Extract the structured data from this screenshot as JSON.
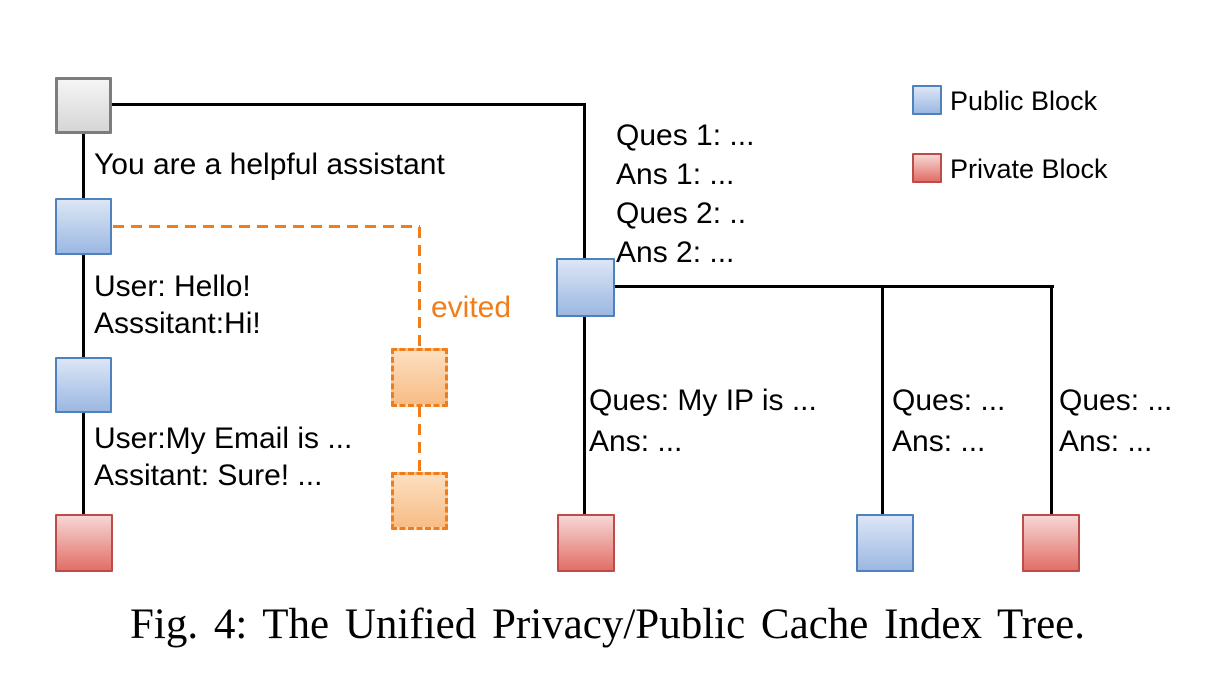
{
  "figure": {
    "caption": "Fig. 4: The Unified Privacy/Public Cache Index Tree."
  },
  "legend": {
    "public_label": "Public Block",
    "private_label": "Private Block"
  },
  "tree": {
    "left_branch": {
      "system_prompt": "You are a helpful assistant",
      "turn1": "User: Hello!\nAsssitant:Hi!",
      "turn2": "User:My Email is ...\nAssitant: Sure! ..."
    },
    "evicted": {
      "label": "evited"
    },
    "right_branch": {
      "history": "Ques 1: ...\nAns 1: ...\nQues 2: ..\nAns 2: ...",
      "branch1": "Ques: My IP is ...\nAns: ...",
      "branch2": "Ques: ...\nAns: ...",
      "branch3": "Ques: ...\nAns: ..."
    }
  },
  "colors": {
    "public_fill_top": "#dce6f5",
    "public_fill_bottom": "#9cb8e2",
    "public_border": "#4f81bd",
    "private_fill_top": "#f6d7d5",
    "private_fill_bottom": "#e26f67",
    "private_border": "#bd4b47",
    "root_fill_top": "#f5f5f5",
    "root_fill_bottom": "#d6d6d6",
    "root_border": "#7d7d7d",
    "evicted_fill_top": "#fcdfc0",
    "evicted_fill_bottom": "#f8bd86",
    "evicted_accent": "#f07d19",
    "edge_line": "#000000"
  }
}
